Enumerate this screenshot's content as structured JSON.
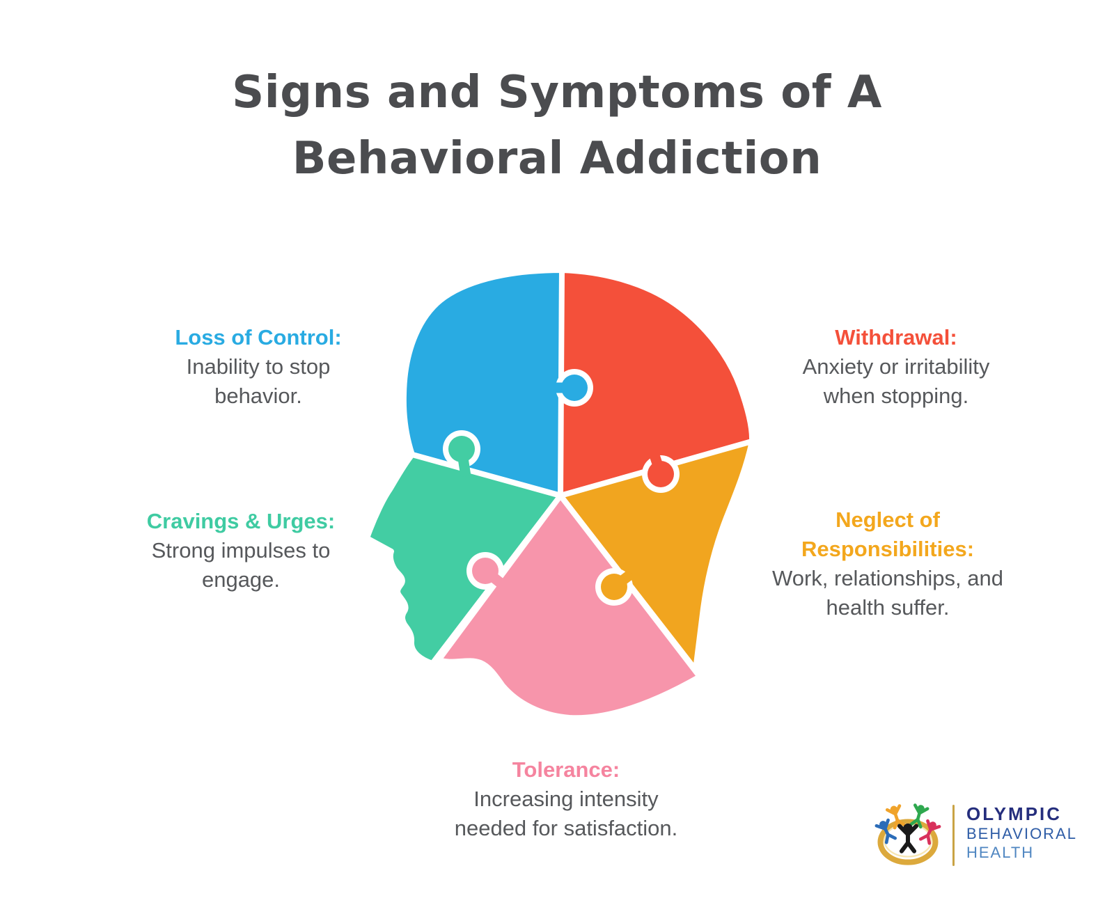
{
  "title": {
    "line1": "Signs and Symptoms of A",
    "line2": "Behavioral Addiction",
    "color": "#4B4C4F"
  },
  "text_color": "#56585B",
  "symptoms": [
    {
      "id": "loss-of-control",
      "label": "Loss of Control:",
      "label_lines": [
        "Loss of Control:"
      ],
      "description": "Inability to stop behavior.",
      "desc_lines": [
        "Inability to stop",
        "behavior."
      ],
      "color": "#29ABE2"
    },
    {
      "id": "withdrawal",
      "label": "Withdrawal:",
      "label_lines": [
        "Withdrawal:"
      ],
      "description": "Anxiety or irritability when stopping.",
      "desc_lines": [
        "Anxiety or irritability",
        "when stopping."
      ],
      "color": "#F4503A"
    },
    {
      "id": "cravings-and-urges",
      "label": "Cravings & Urges:",
      "label_lines": [
        "Cravings & Urges:"
      ],
      "description": "Strong impulses to engage.",
      "desc_lines": [
        "Strong impulses to",
        "engage."
      ],
      "color": "#3FCBA2"
    },
    {
      "id": "neglect-of-responsibilities",
      "label": "Neglect of Responsibilities:",
      "label_lines": [
        "Neglect of",
        "Responsibilities:"
      ],
      "description": "Work, relationships, and health suffer.",
      "desc_lines": [
        "Work, relationships, and",
        "health suffer."
      ],
      "color": "#F3A71D"
    },
    {
      "id": "tolerance",
      "label": "Tolerance:",
      "label_lines": [
        "Tolerance:"
      ],
      "description": "Increasing intensity needed for satisfaction.",
      "desc_lines": [
        "Increasing intensity",
        "needed for satisfaction."
      ],
      "color": "#F5849F"
    }
  ],
  "diagram": {
    "type": "puzzle-head-profile",
    "pieces": [
      {
        "symptom": "Loss of Control",
        "position": "top-left",
        "color": "#29ABE2"
      },
      {
        "symptom": "Withdrawal",
        "position": "top-right",
        "color": "#F4503A"
      },
      {
        "symptom": "Cravings & Urges",
        "position": "left-face",
        "color": "#43CDA3"
      },
      {
        "symptom": "Neglect of Responsibilities",
        "position": "right-back",
        "color": "#F1A51F"
      },
      {
        "symptom": "Tolerance",
        "position": "bottom-jaw",
        "color": "#F795AB"
      }
    ]
  },
  "logo": {
    "line1": "OLYMPIC",
    "line2": "BEHAVIORAL",
    "line3": "HEALTH",
    "line1_color": "#252E7D",
    "line2_color": "#2E5CA6",
    "line3_color": "#4F86C1",
    "divider_color": "#C9A345",
    "ring_color": "#DCA93C",
    "figures": {
      "center": "#1A1A1A",
      "left": "#2B6CB8",
      "right": "#D8315B",
      "top_left": "#F0A32A",
      "top_right": "#2FA84F"
    }
  }
}
